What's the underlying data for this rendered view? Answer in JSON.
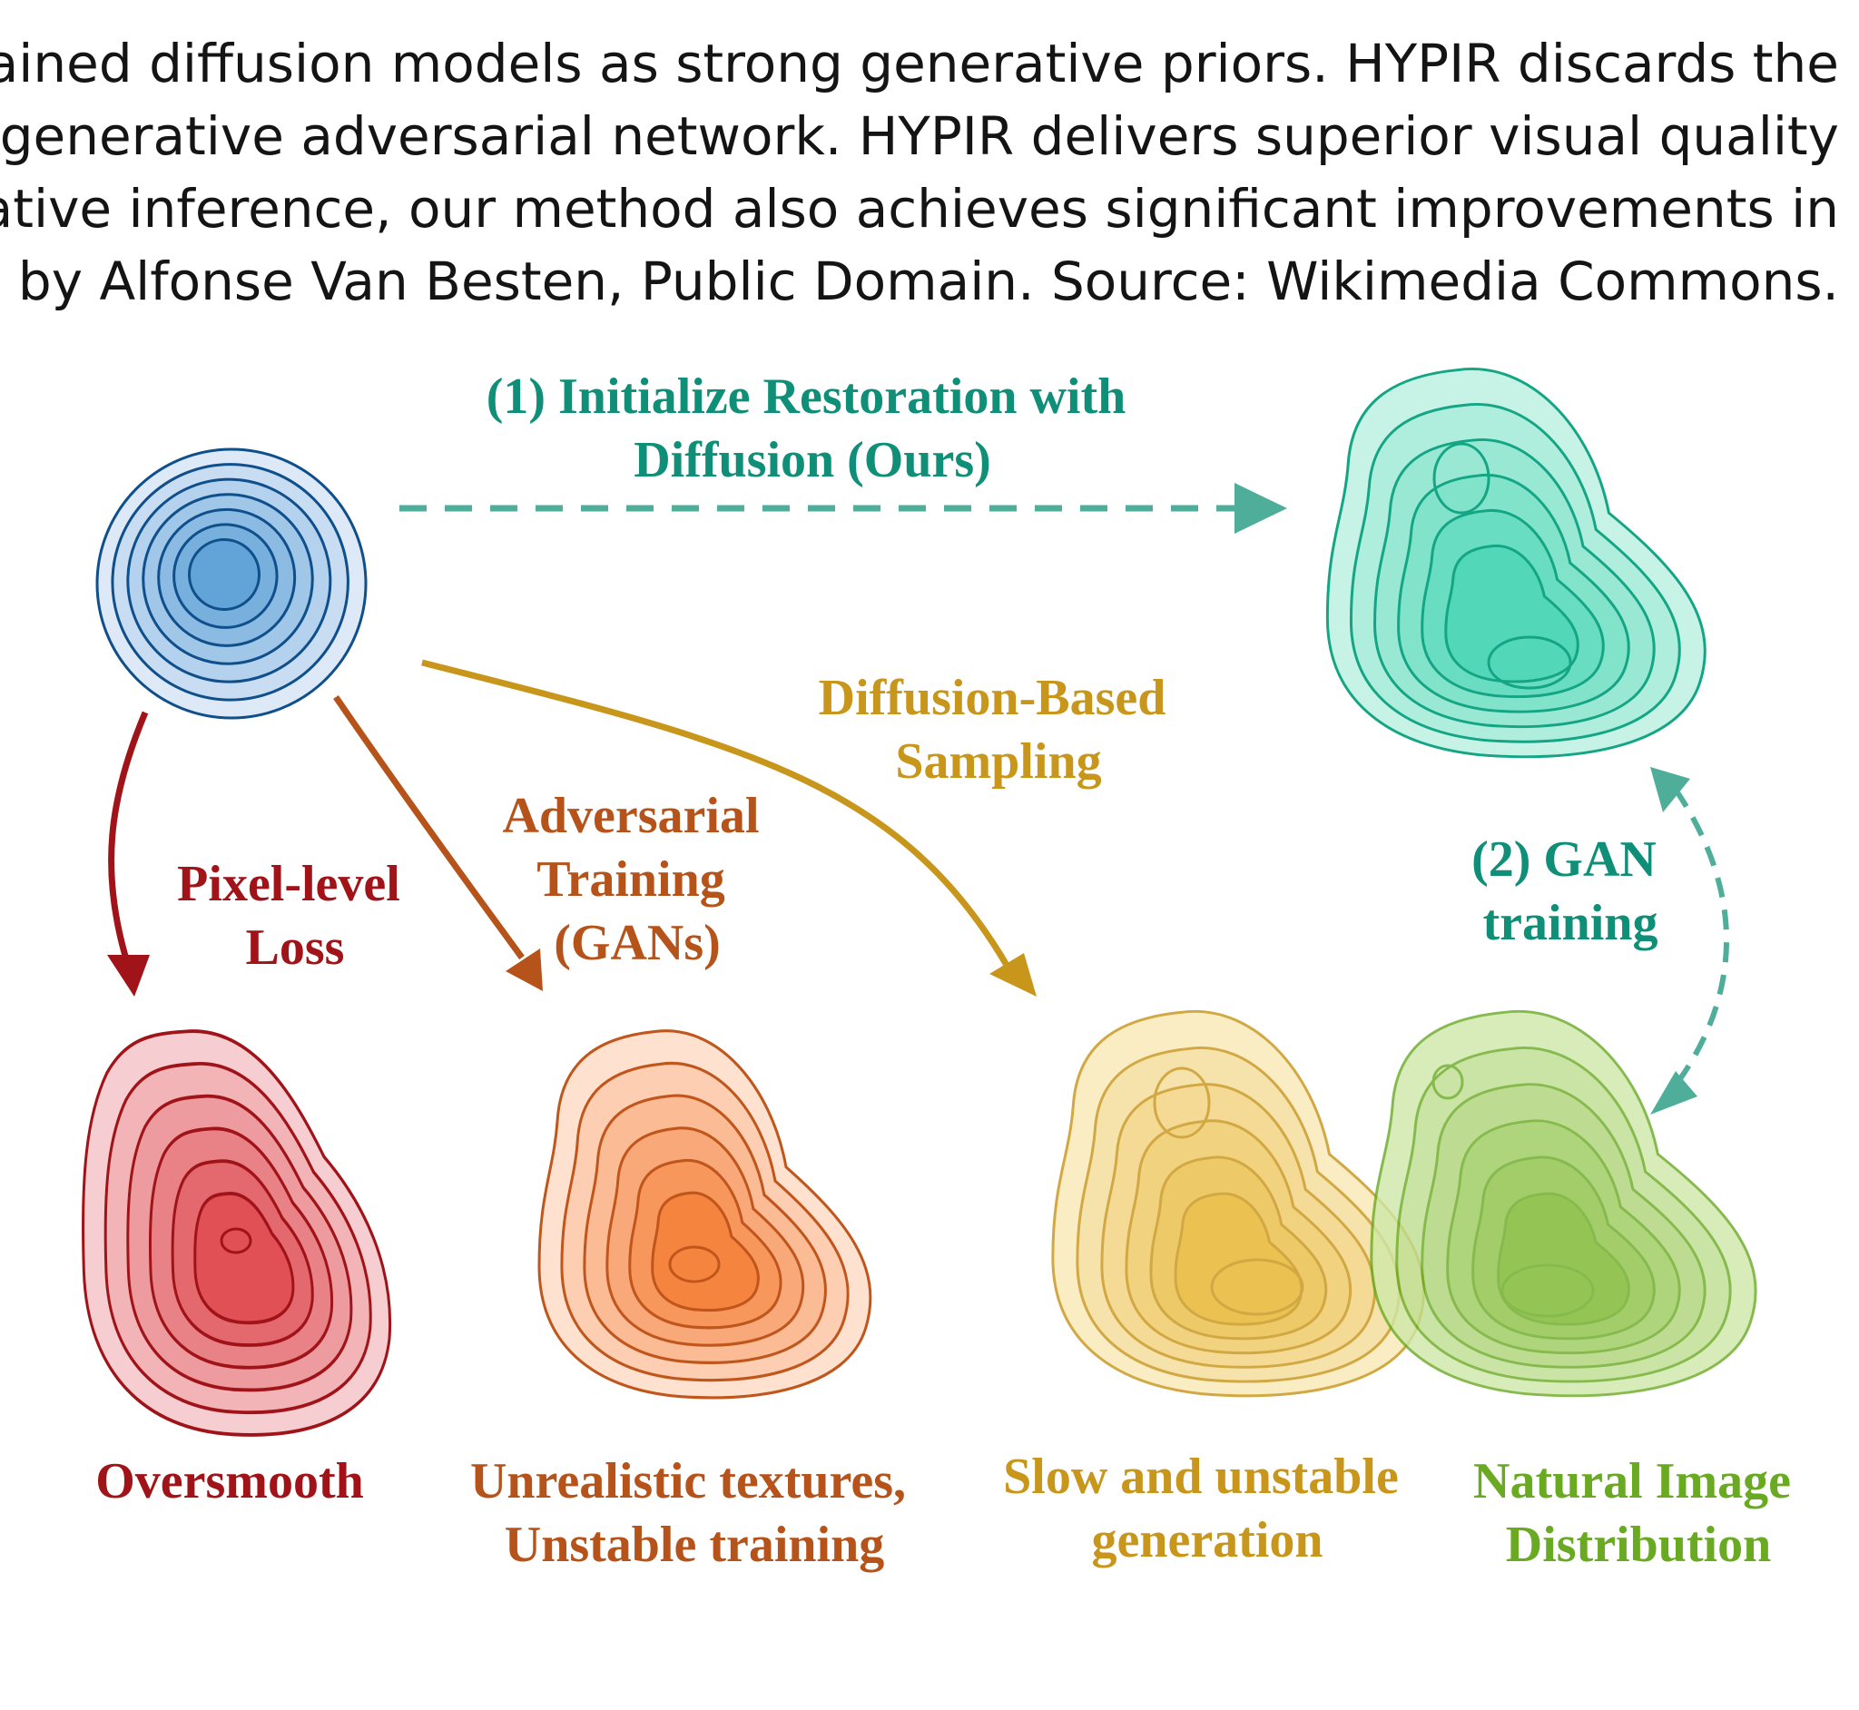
{
  "caption": {
    "lines": [
      "pretrained diffusion models as strong generative priors. HYPIR discards the",
      "es a generative adversarial network. HYPIR delivers superior visual quality",
      "ep iterative inference, our method also achieves significant improvements in",
      "ograph by Alfonse Van Besten, Public Domain. Source: Wikimedia Commons."
    ]
  },
  "diagram": {
    "arrows": {
      "ours": [
        "(1) Initialize Restoration with",
        "Diffusion (Ours)"
      ],
      "pixel": [
        "Pixel-level",
        "Loss"
      ],
      "adversarial": [
        "Adversarial",
        "Training",
        "(GANs)"
      ],
      "diffusion": [
        "Diffusion-Based",
        "Sampling"
      ],
      "gan": [
        "(2) GAN",
        "training"
      ]
    },
    "outcomes": {
      "oversmooth": [
        "Oversmooth"
      ],
      "unrealistic": [
        "Unrealistic textures,",
        "Unstable training"
      ],
      "slow": [
        "Slow and unstable",
        "generation"
      ],
      "natural": [
        "Natural Image",
        "Distribution"
      ]
    },
    "colors": {
      "teal": "#0f8f78",
      "teal_arrow": "#4fae99",
      "red": "#a01419",
      "orange": "#b5531a",
      "gold": "#c7961a",
      "green": "#6aaa22",
      "blue_stroke": "#0e4f8c"
    }
  }
}
